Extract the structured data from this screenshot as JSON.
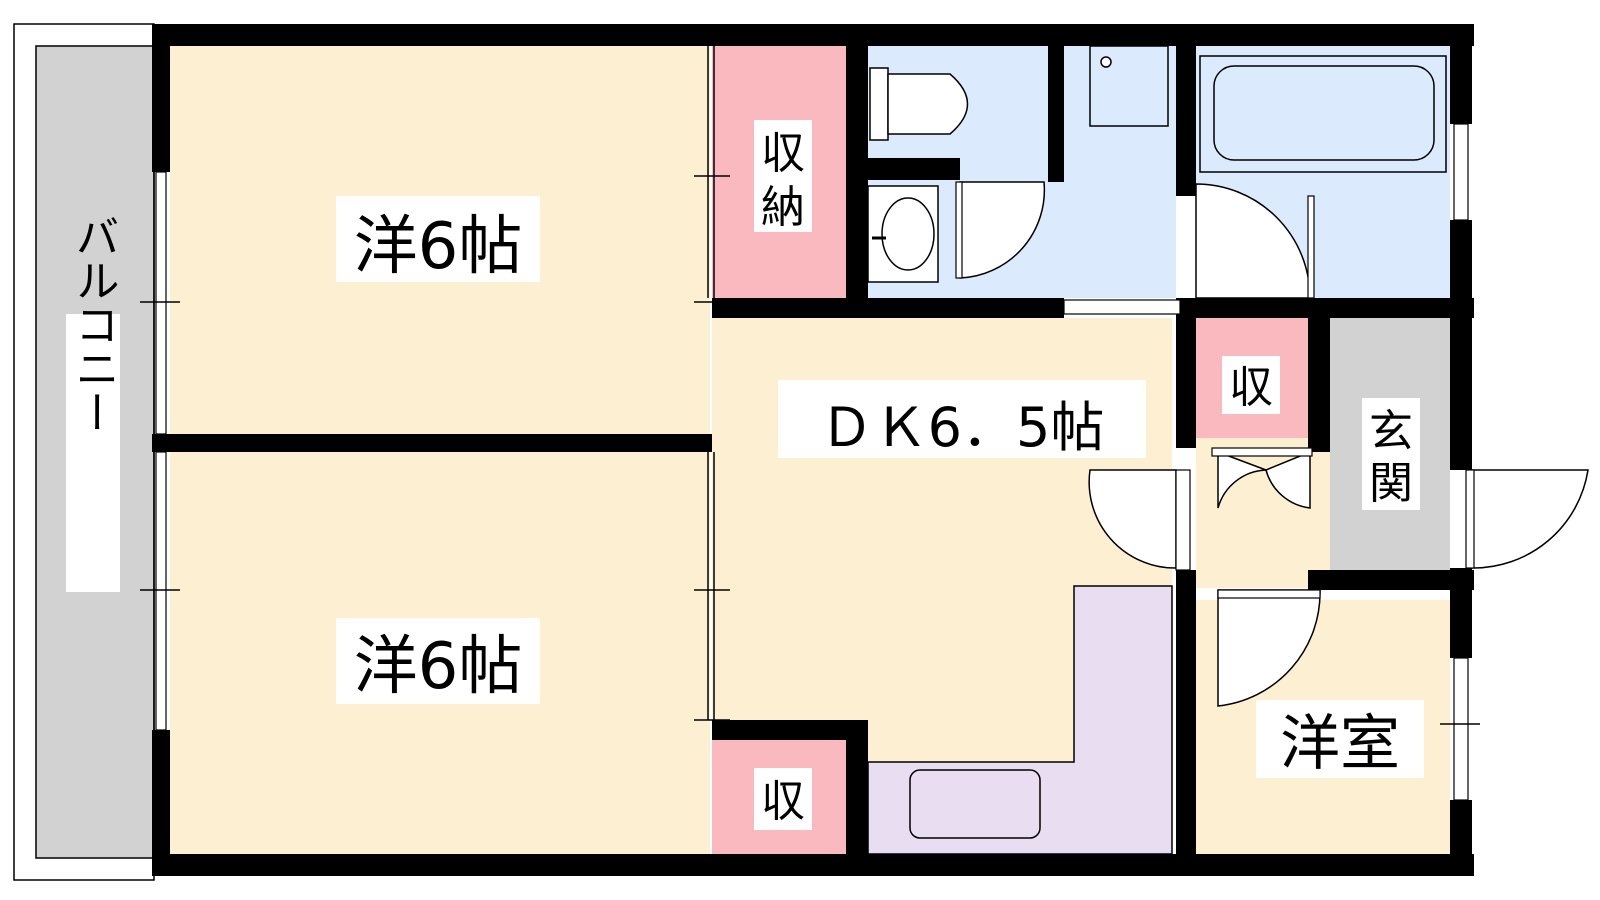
{
  "rooms": {
    "western_top": {
      "label": "洋6帖"
    },
    "western_bottom": {
      "label": "洋6帖"
    },
    "dining_kitchen": {
      "label": "ＤＫ6．5帖"
    },
    "western_small": {
      "label": "洋室"
    },
    "storage_top": {
      "label_line1": "収",
      "label_line2": "納"
    },
    "storage_bottom": {
      "label": "収"
    },
    "storage_right": {
      "label": "収"
    },
    "entrance": {
      "label_line1": "玄",
      "label_line2": "関"
    },
    "balcony": {
      "label": "バルコニー"
    }
  },
  "colors": {
    "room_floor": "#fdf0d2",
    "storage": "#f9b9bf",
    "wet_area": "#dbeafd",
    "kitchen_counter": "#e9ddf2",
    "entrance": "#d2d2d2",
    "balcony": "#d2d2d2",
    "wall": "#000000"
  }
}
